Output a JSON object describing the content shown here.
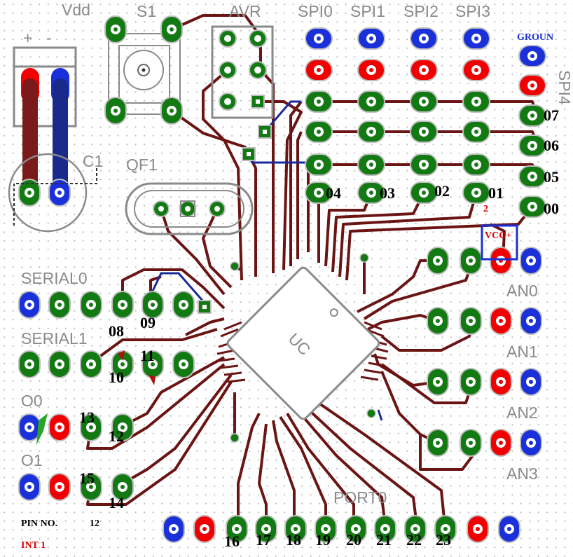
{
  "labels": {
    "vdd": "Vdd",
    "plus": "+",
    "minus": "-",
    "s1": "S1",
    "avr": "AVR",
    "spi0": "SPI0",
    "spi1": "SPI1",
    "spi2": "SPI2",
    "spi3": "SPI3",
    "spi4": "SPI4",
    "c1": "C1",
    "qf1": "QF1",
    "serial0": "SERIAL0",
    "serial1": "SERIAL1",
    "io0": "O0",
    "io1": "O1",
    "uc": "UC",
    "an0": "AN0",
    "an1": "AN1",
    "an2": "AN2",
    "an3": "AN3",
    "port0": "PORT0",
    "groun": "GROUN",
    "vcc": "VCC+",
    "pin_no": "PIN NO.",
    "pin_no_value": "12",
    "int1": "INT 1",
    "red_digit": "2"
  },
  "pin_numbers": [
    "00",
    "01",
    "02",
    "03",
    "04",
    "05",
    "06",
    "07",
    "08",
    "09",
    "10",
    "11",
    "12",
    "13",
    "14",
    "15",
    "16",
    "17",
    "18",
    "19",
    "20",
    "21",
    "22",
    "23"
  ],
  "colors": {
    "trace": "#6b1414",
    "pad_green": "#137a13",
    "pad_red": "#f00000",
    "pad_blue": "#1a30d8",
    "silkscreen": "#8a8a8a",
    "vcc_box": "#1a30d8",
    "note_red": "#e00000"
  }
}
